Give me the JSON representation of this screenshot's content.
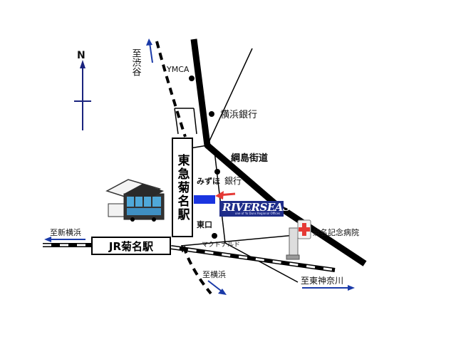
{
  "north": "N",
  "stations": {
    "tokyu": "東急菊名駅",
    "jr": "JR菊名駅"
  },
  "labels": {
    "to_shibuya": "至渋谷",
    "ymca": "YMCA",
    "yokohama_bank": "横浜銀行",
    "tsunashima_kaido": "綱島街道",
    "mizuho_1": "みずほ",
    "mizuho_2": "銀行",
    "east_exit": "東口",
    "mcdonalds": "マクドナルド",
    "kikuna_hospital": "菊名記念病院",
    "to_shin_yokohama": "至新横浜",
    "to_yokohama": "至横浜",
    "to_higashikanagawa": "至東神奈川"
  },
  "badge": {
    "name": "RIVERSEAS",
    "sub": "one of Yo Duns Regional Offices"
  },
  "colors": {
    "road": "#000000",
    "north_arrow": "#1a237e",
    "direction_arrow": "#1a3aa8",
    "pointer_red": "#e53935",
    "pointer_blue": "#1a35e0",
    "badge_bg": "#1f2d8a",
    "hospital_cross": "#e53935"
  },
  "icons": [
    "north-arrow-icon",
    "hospital-icon",
    "bus-station-icon",
    "pointer-arrow-icon"
  ]
}
